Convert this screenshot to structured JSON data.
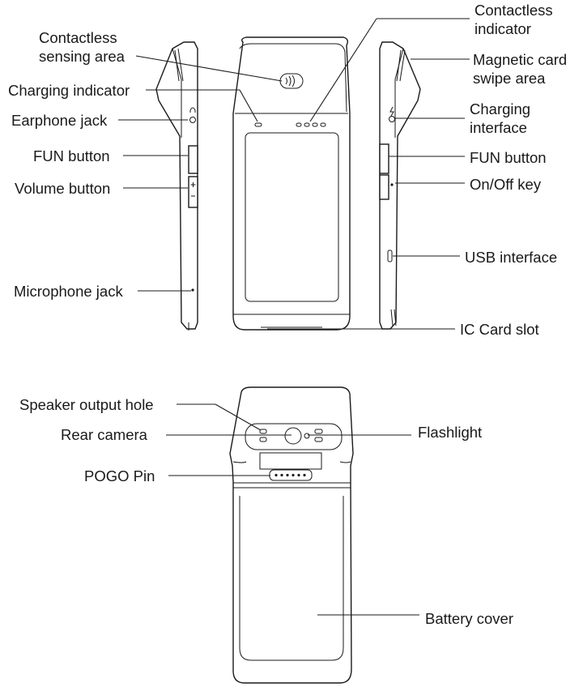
{
  "labels": {
    "contactless_sensing_area": [
      "Contactless",
      "sensing area"
    ],
    "charging_indicator": "Charging indicator",
    "earphone_jack": "Earphone jack",
    "fun_button_left": "FUN button",
    "volume_button": "Volume button",
    "microphone_jack": "Microphone jack",
    "contactless_indicator": [
      "Contactless",
      "indicator"
    ],
    "magnetic_card_swipe_area": [
      "Magnetic card",
      "swipe area"
    ],
    "charging_interface": [
      "Charging",
      "interface"
    ],
    "fun_button_right": "FUN button",
    "on_off_key": "On/Off key",
    "usb_interface": "USB interface",
    "ic_card_slot": "IC Card slot",
    "speaker_output_hole": "Speaker output hole",
    "rear_camera": "Rear camera",
    "flashlight": "Flashlight",
    "pogo_pin": "POGO Pin",
    "battery_cover": "Battery cover"
  },
  "icons": [
    "contactless-icon",
    "headphone-icon",
    "lightning-icon",
    "plus-icon",
    "minus-icon"
  ]
}
